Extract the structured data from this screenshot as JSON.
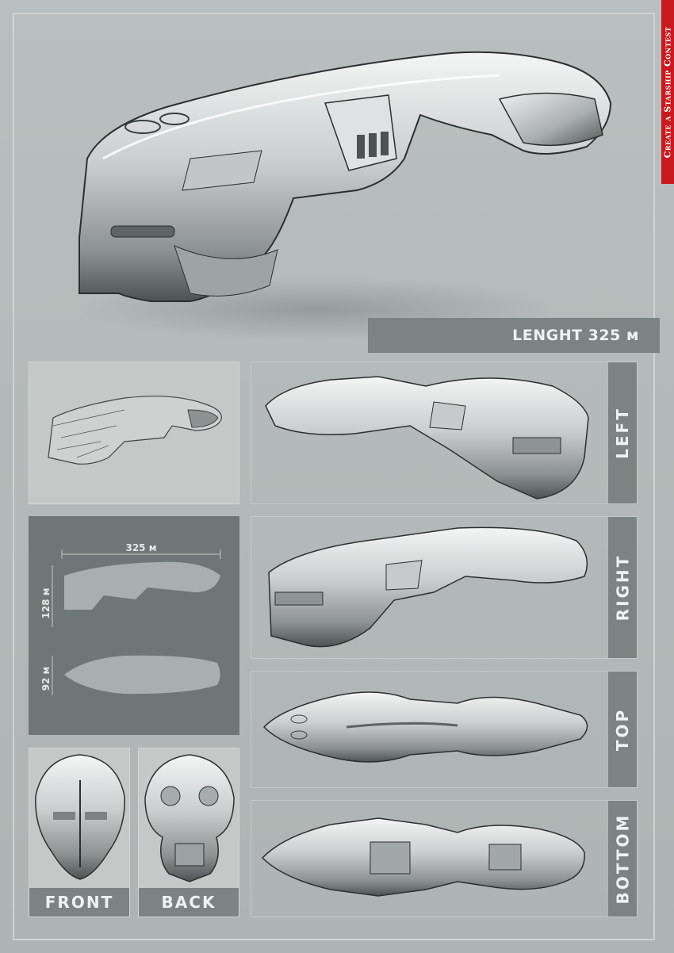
{
  "sidebar_tab": {
    "text": "Create a Starship Contest",
    "color": "#c8191f"
  },
  "length_banner": {
    "text": "LENGHT 325 м"
  },
  "views": [
    {
      "label": "LEFT"
    },
    {
      "label": "RIGHT"
    },
    {
      "label": "TOP"
    },
    {
      "label": "BOTTOM"
    }
  ],
  "dimensions": {
    "length": "325 м",
    "height": "128 м",
    "width": "92 м"
  },
  "end_views": [
    {
      "label": "FRONT"
    },
    {
      "label": "BACK"
    }
  ],
  "colors": {
    "panel_dark": "#6f7776",
    "label_bg": "#7c8483",
    "background": "#b9bfbe"
  }
}
